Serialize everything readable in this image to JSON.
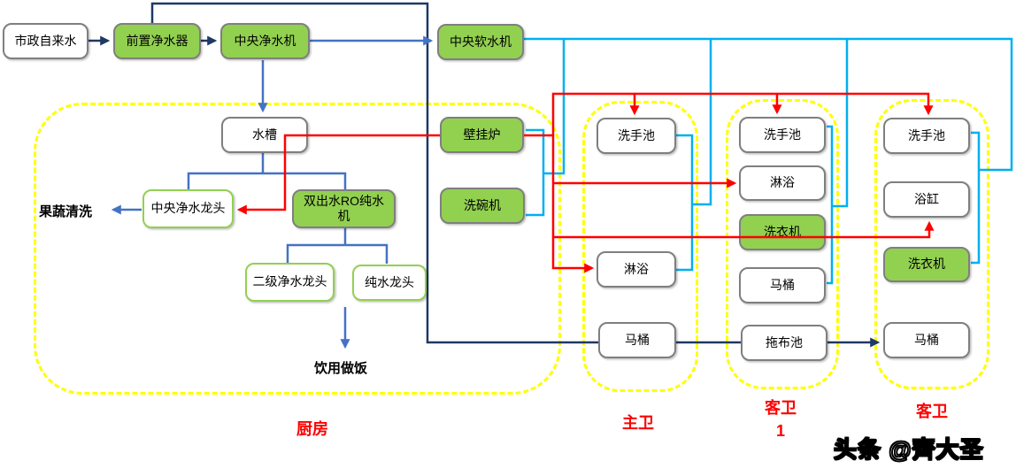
{
  "palette": {
    "raw_water_line": "#1f3864",
    "purified_line": "#4472c4",
    "soft_water_line": "#00b0f0",
    "hot_water_line": "#ff0000",
    "device_fill": "#92d050",
    "box_border": "#7f7f7f",
    "tap_border": "#92d050",
    "region_dash": "#ffff00",
    "region_label_color": "#ff0000"
  },
  "nodes": {
    "municipal_water": {
      "label": "市政自来水"
    },
    "pre_filter": {
      "label": "前置净水器"
    },
    "central_purifier": {
      "label": "中央净水机"
    },
    "central_softener": {
      "label": "中央软水机"
    },
    "sink": {
      "label": "水槽"
    },
    "central_tap": {
      "label": "中央净水龙头"
    },
    "ro_machine": {
      "label": "双出水RO纯水机"
    },
    "secondary_tap": {
      "label": "二级净水龙头"
    },
    "pure_tap": {
      "label": "纯水龙头"
    },
    "boiler": {
      "label": "壁挂炉"
    },
    "dishwasher": {
      "label": "洗碗机"
    },
    "master_sink": {
      "label": "洗手池"
    },
    "master_shower": {
      "label": "淋浴"
    },
    "master_toilet": {
      "label": "马桶"
    },
    "guest1_sink": {
      "label": "洗手池"
    },
    "guest1_shower": {
      "label": "淋浴"
    },
    "guest1_washer": {
      "label": "洗衣机"
    },
    "guest1_toilet": {
      "label": "马桶"
    },
    "guest1_mop": {
      "label": "拖布池"
    },
    "guest2_sink": {
      "label": "洗手池"
    },
    "guest2_tub": {
      "label": "浴缸"
    },
    "guest2_washer": {
      "label": "洗衣机"
    },
    "guest2_toilet": {
      "label": "马桶"
    }
  },
  "annotations": {
    "fruit_veg_wash": "果蔬清洗",
    "drink_cook": "饮用做饭"
  },
  "regions": {
    "kitchen": "厨房",
    "master_bath": "主卫",
    "guest_bath_1_line1": "客卫",
    "guest_bath_1_line2": "1",
    "guest_bath_2": "客卫"
  },
  "watermark": "头条 @齊大圣"
}
